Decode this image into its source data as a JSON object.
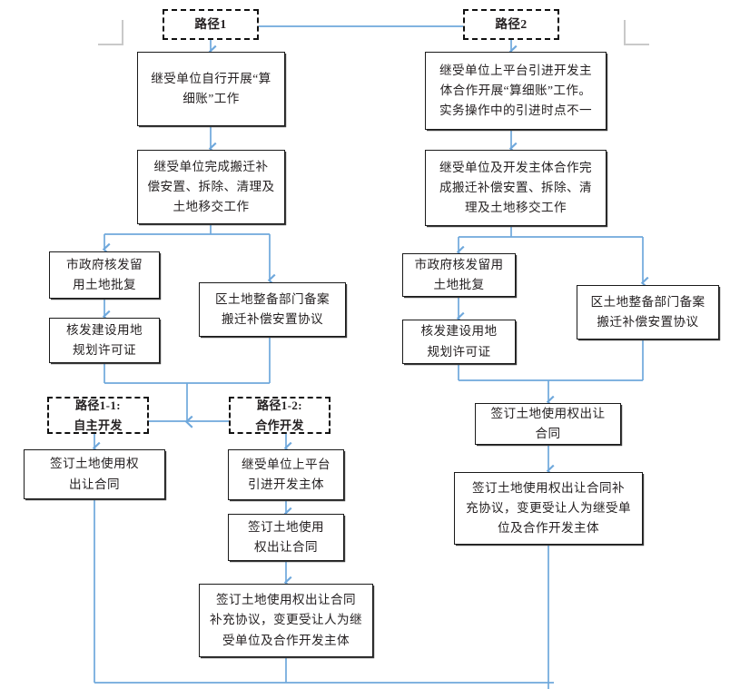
{
  "diagram": {
    "title_path1": "路径1",
    "title_path2": "路径2",
    "line_color": "#6fa8dc",
    "box_border_color": "#1a1a1a",
    "text_color": "#231f20",
    "page_background": "#ffffff",
    "corner_mark_color": "#c9c9c9"
  },
  "nodes": {
    "path1_label": "路径1",
    "path2_label": "路径2",
    "p1_step1": "继受单位自行开展“算\n细账”工作",
    "p2_step1": "继受单位上平台引进开发主\n体合作开展“算细账”工作。\n实务操作中的引进时点不一",
    "p1_step2": "继受单位完成搬迁补\n偿安置、拆除、清理及\n土地移交工作",
    "p2_step2": "继受单位及开发主体合作完\n成搬迁补偿安置、拆除、清\n理及土地移交工作",
    "p1_gov_approval": "市政府核发留\n用土地批复",
    "p1_planning_permit": "核发建设用地\n规划许可证",
    "p1_record_agreement": "区土地整备部门备案\n搬迁补偿安置协议",
    "p2_gov_approval": "市政府核发留用\n土地批复",
    "p2_planning_permit": "核发建设用地\n规划许可证",
    "p2_record_agreement": "区土地整备部门备案\n搬迁补偿安置协议",
    "path1_1_label": "路径1-1:\n自主开发",
    "path1_2_label": "路径1-2:\n合作开发",
    "p11_contract": "签订土地使用权\n出让合同",
    "p12_platform": "继受单位上平台\n引进开发主体",
    "p12_contract": "签订土地使用\n权出让合同",
    "p12_supplement": "签订土地使用权出让合同\n补充协议，变更受让人为继\n受单位及合作开发主体",
    "p2_contract": "签订土地使用权出让\n合同",
    "p2_supplement": "签订土地使用权出让合同补\n充协议，变更受让人为继受单\n位及合作开发主体"
  },
  "flow": {
    "type": "flowchart",
    "orientation": "top-to-bottom",
    "branches": [
      {
        "name": "路径1",
        "steps": [
          "继受单位自行开展“算细账”工作",
          "继受单位完成搬迁补偿安置、拆除、清理及土地移交工作",
          "市政府核发留用土地批复 / 区土地整备部门备案搬迁补偿安置协议",
          "核发建设用地规划许可证",
          "路径1-1: 自主开发 → 签订土地使用权出让合同",
          "路径1-2: 合作开发 → 继受单位上平台引进开发主体 → 签订土地使用权出让合同 → 签订土地使用权出让合同补充协议，变更受让人为继受单位及合作开发主体"
        ]
      },
      {
        "name": "路径2",
        "steps": [
          "继受单位上平台引进开发主体合作开展“算细账”工作。实务操作中的引进时点不一",
          "继受单位及开发主体合作完成搬迁补偿安置、拆除、清理及土地移交工作",
          "市政府核发留用土地批复 / 区土地整备部门备案搬迁补偿安置协议",
          "核发建设用地规划许可证",
          "签订土地使用权出让合同",
          "签订土地使用权出让合同补充协议，变更受让人为继受单位及合作开发主体"
        ]
      }
    ]
  }
}
